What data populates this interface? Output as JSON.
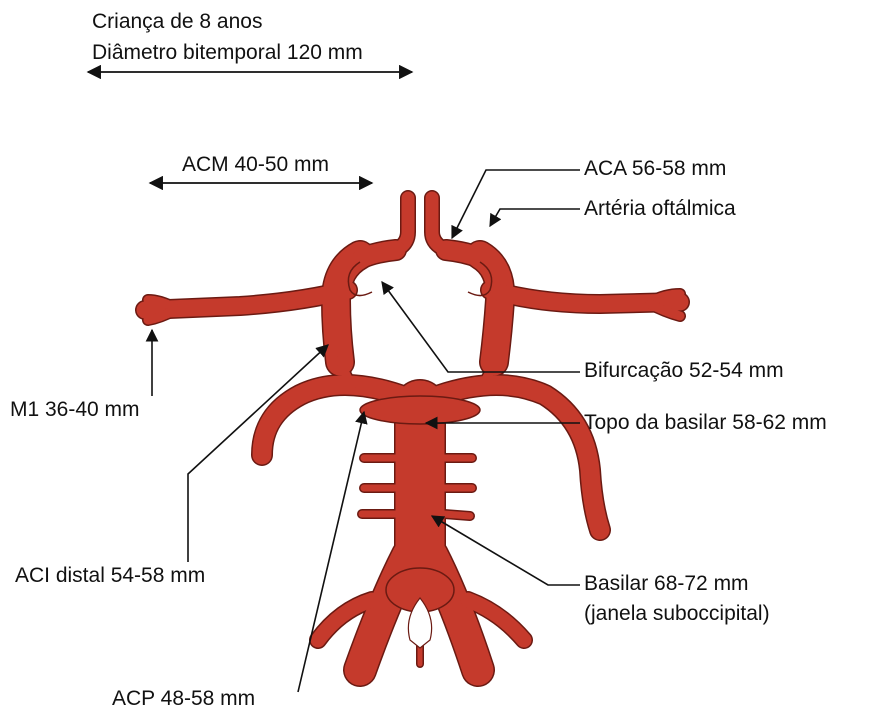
{
  "header": {
    "line1": "Criança de 8 anos",
    "line2": "Diâmetro bitemporal 120 mm"
  },
  "labels": {
    "acm": "ACM 40-50 mm",
    "aca": "ACA 56-58 mm",
    "oftalmica": "Artéria oftálmica",
    "bifurcacao": "Bifurcação 52-54 mm",
    "m1": "M1 36-40 mm",
    "topo_basilar": "Topo da basilar 58-62 mm",
    "aci_distal": "ACI distal 54-58 mm",
    "basilar_line1": "Basilar 68-72 mm",
    "basilar_line2": "(janela suboccipital)",
    "acp": "ACP 48-58 mm"
  },
  "colors": {
    "vessel": "#c53a2c",
    "vessel_outline": "#6b1a12",
    "text": "#111111"
  }
}
